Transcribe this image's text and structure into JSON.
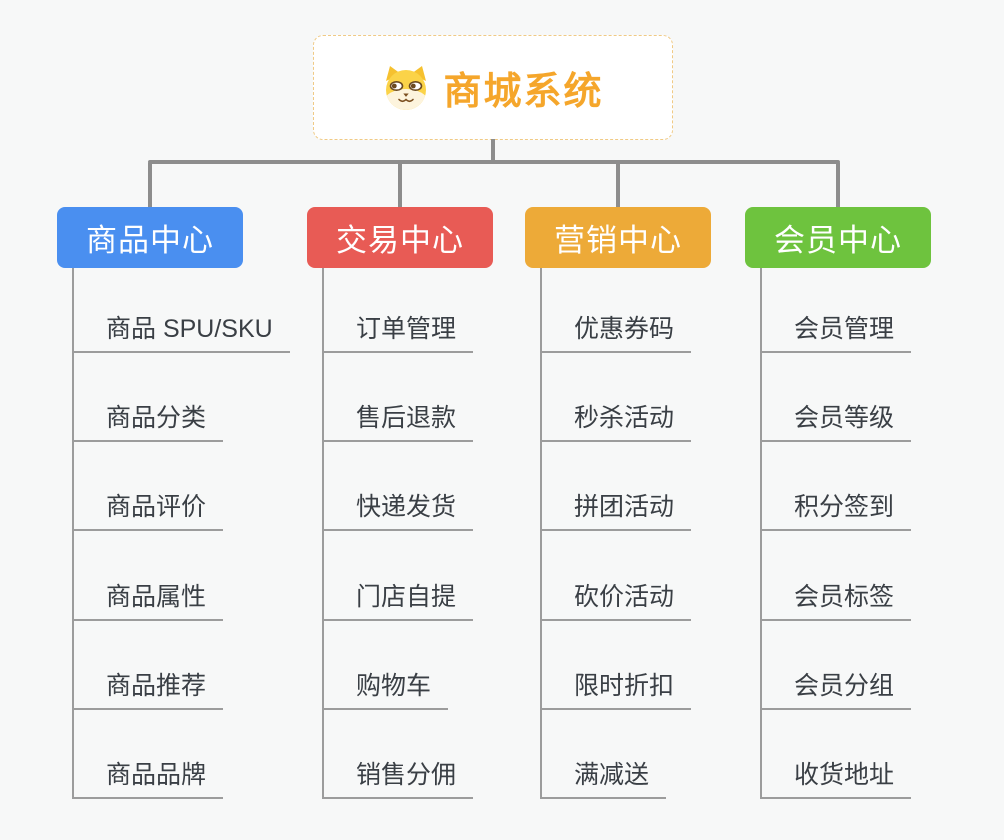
{
  "root": {
    "title": "商城系统",
    "icon": "shiba-dog-icon",
    "title_color": "#f5a62b",
    "border_color": "#f0ca85",
    "background_color": "#ffffff"
  },
  "connector_color": "#8d8d8d",
  "spine_color": "#9c9c9c",
  "leaf_text_color": "#3a3f45",
  "canvas_background": "#f7f8f8",
  "columns": [
    {
      "id": "product-center",
      "title": "商品中心",
      "color": "#4a8ff0",
      "items": [
        "商品 SPU/SKU",
        "商品分类",
        "商品评价",
        "商品属性",
        "商品推荐",
        "商品品牌"
      ]
    },
    {
      "id": "trade-center",
      "title": "交易中心",
      "color": "#e85b55",
      "items": [
        "订单管理",
        "售后退款",
        "快递发货",
        "门店自提",
        "购物车",
        "销售分佣"
      ]
    },
    {
      "id": "marketing-center",
      "title": "营销中心",
      "color": "#edaa38",
      "items": [
        "优惠券码",
        "秒杀活动",
        "拼团活动",
        "砍价活动",
        "限时折扣",
        "满减送"
      ]
    },
    {
      "id": "member-center",
      "title": "会员中心",
      "color": "#6ec33e",
      "items": [
        "会员管理",
        "会员等级",
        "积分签到",
        "会员标签",
        "会员分组",
        "收货地址"
      ]
    }
  ]
}
